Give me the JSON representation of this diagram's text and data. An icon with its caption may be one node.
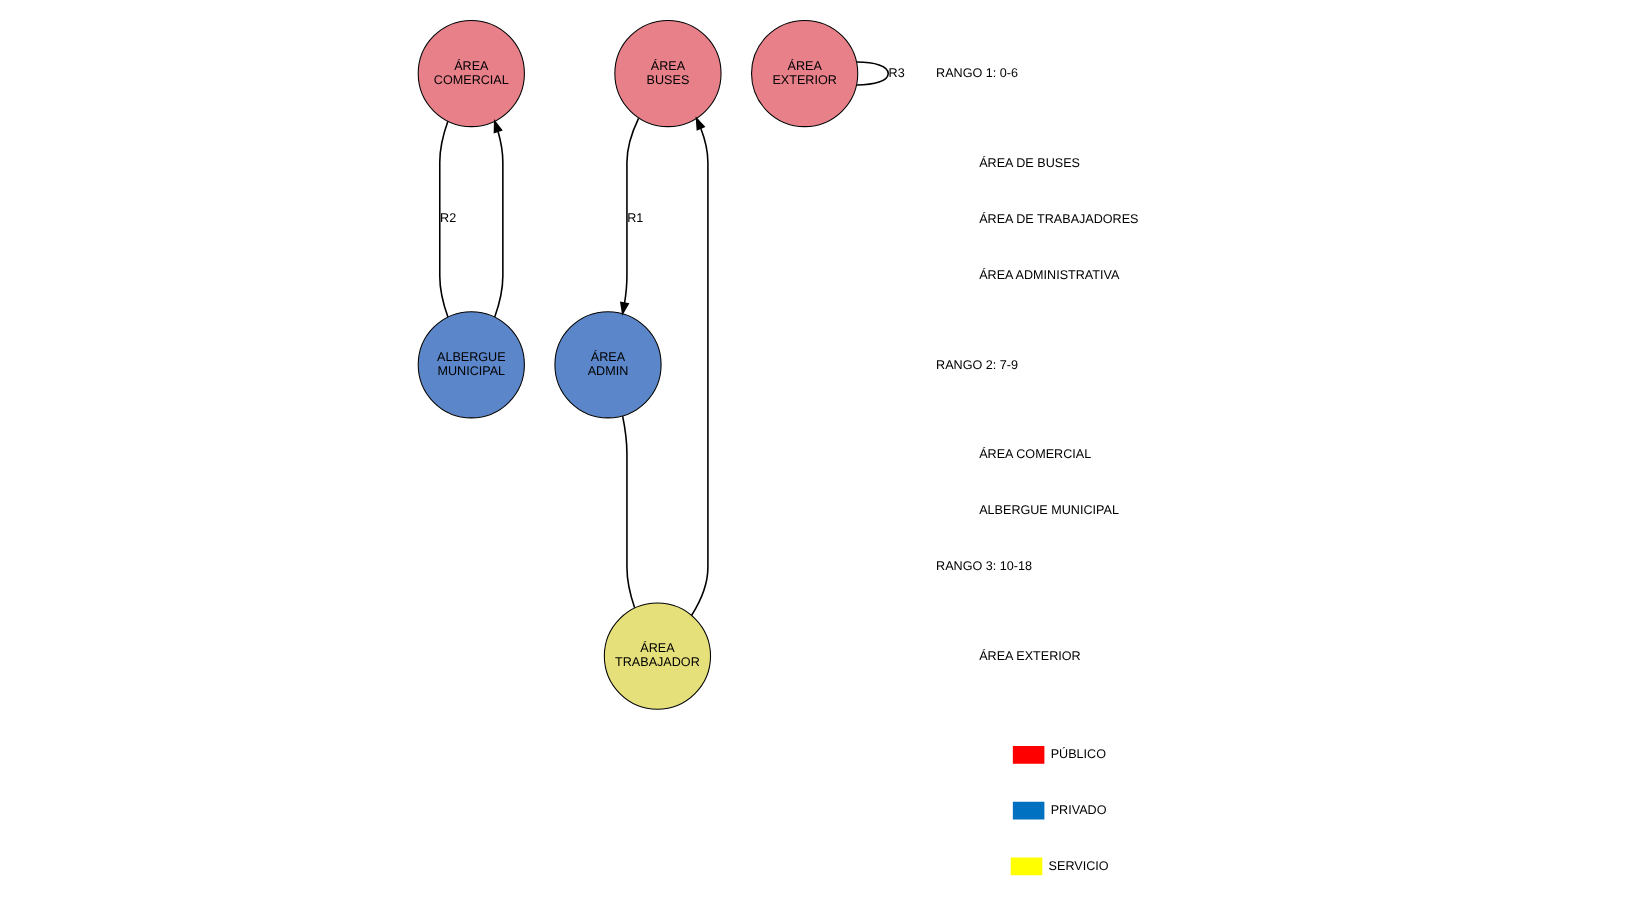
{
  "diagram": {
    "nodes": [
      {
        "text": [
          "ÁREA COMERCIAL"
        ]
      },
      {
        "text": [
          "ÁREA BUSES"
        ]
      },
      {
        "text": [
          "ÁREA EXTERIOR"
        ]
      },
      {
        "text": [
          "ÁREA TRABAJADOR"
        ]
      },
      {
        "text": [
          "ALBERGUE MUNICIPAL"
        ]
      },
      {
        "text": [
          "ÁREA ADMIN"
        ]
      }
    ],
    "edges": [
      {
        "from": 5,
        "to": 3,
        "arrow": "none"
      },
      {
        "from": 3,
        "to": 1,
        "arrow": "to"
      },
      {
        "from": 1,
        "to": 5,
        "arrow": "to",
        "label": "R1"
      },
      {
        "from": 4,
        "to": 0,
        "arrow": "to"
      },
      {
        "from": 0,
        "to": 4,
        "arrow": "none",
        "label": "R2"
      },
      {
        "from": 2,
        "to": 2,
        "arrow": "none",
        "label": "R3"
      }
    ],
    "labels": [
      "RANGO 1: 0-6",
      "ÁREA DE BUSES",
      "ÁREA DE TRABAJADORES",
      "ÁREA ADMINISTRATIVA",
      "RANGO 2: 7-9",
      "ÁREA COMERCIAL",
      "ALBERGUE MUNICIPAL",
      "RANGO 3: 10-18",
      "ÁREA EXTERIOR"
    ],
    "legend": [
      {
        "text": "PÚBLICO",
        "color": "#ff0000"
      },
      {
        "text": "PRIVADO",
        "color": "#0070c0"
      },
      {
        "text": "SERVICIO",
        "color": "#ffff00"
      }
    ]
  }
}
